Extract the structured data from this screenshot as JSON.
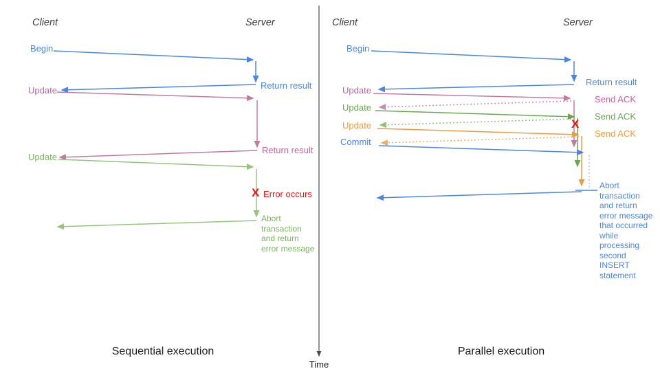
{
  "palette": {
    "blue": "#4a86e8",
    "blue_dotted": "#a7c3f2",
    "pink": "#c27ba0",
    "pink_dotted": "#d9a7c3",
    "green_left": "#93c47d",
    "green_right": "#6aa84f",
    "green_dotted": "#b4d5a0",
    "orange": "#ed9b40",
    "orange_dotted": "#f5c088",
    "red": "#f01010",
    "axis_gray": "#4d4d4d"
  },
  "time_axis": {
    "label": "Time"
  },
  "captions": {
    "sequential": "Sequential execution",
    "parallel": "Parallel execution"
  },
  "left": {
    "client": "Client",
    "server": "Server",
    "begin": "Begin",
    "update1": "Update",
    "update2": "Update",
    "return1": "Return result",
    "return2": "Return result",
    "error_x": "X",
    "error": "Error occurs",
    "abort": "Abort\ntransaction\nand return\nerror message"
  },
  "right": {
    "client": "Client",
    "server": "Server",
    "begin": "Begin",
    "update1": "Update",
    "update2": "Update",
    "update3": "Update",
    "commit": "Commit",
    "return1": "Return result",
    "ack1": "Send ACK",
    "ack2": "Send ACK",
    "ack3": "Send ACK",
    "error_x": "X",
    "abort": "Abort\ntransaction\nand return\nerror message\nthat occurred\nwhile\nprocessing\nsecond\nINSERT\nstatement"
  }
}
